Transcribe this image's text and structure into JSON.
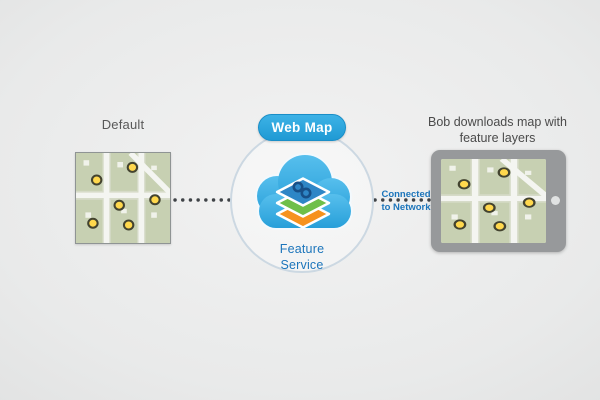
{
  "colors": {
    "background": "#e9eaea",
    "web_map_badge_blue": "#2aa7e0",
    "cloud_blue": "#35ade3",
    "blue_text": "#1c75bb",
    "caption_gray": "#4b4b4b",
    "tablet_gray": "#97999b",
    "marker_yellow": "#ffd84d",
    "connector_dot_dark": "#3f4347",
    "circle_ring": "#ccd8e2"
  },
  "left_panel": {
    "label": "Default"
  },
  "center_panel": {
    "badge_label": "Web Map",
    "service_label": "Feature Service"
  },
  "connectors": {
    "network_label": "Connected to Network"
  },
  "right_panel": {
    "caption": "Bob downloads map with feature layers"
  },
  "icons": {
    "cloud-icon": "blue cloud shape",
    "feature-layers-icon": "isometric stack of blue/green/orange map layers",
    "map-thumbnail": "street map with yellow point markers",
    "tablet-device-icon": "gray tablet in landscape",
    "tablet-camera-dot": "small light circle on tablet bezel",
    "dotted-connector": "dark dotted line"
  }
}
